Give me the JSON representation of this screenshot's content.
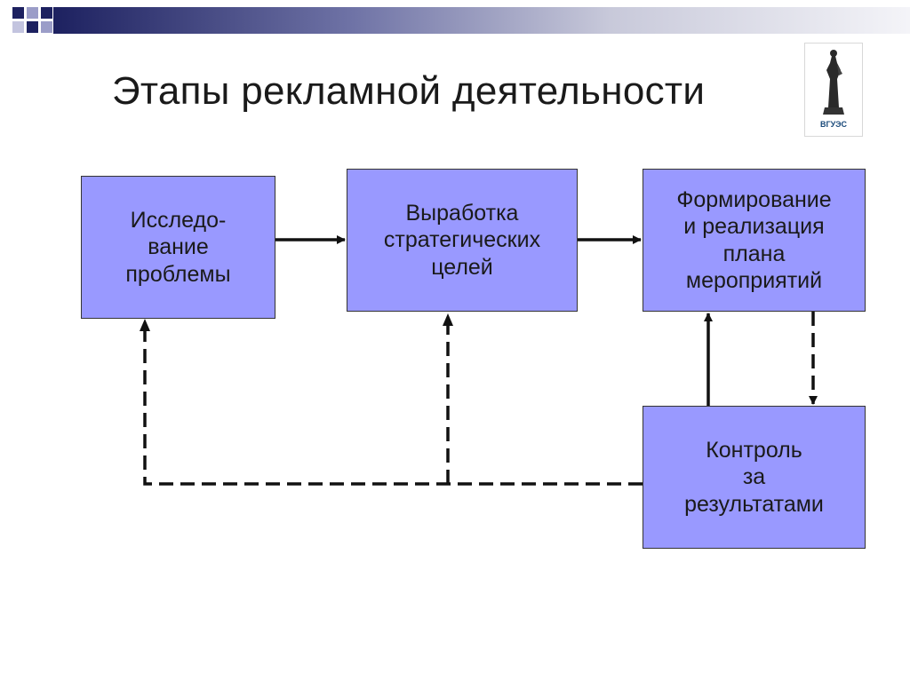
{
  "title": "Этапы рекламной деятельности",
  "logo": {
    "label": "ВГУЭС"
  },
  "boxes": {
    "research": "Исследо-\nвание\nпроблемы",
    "strategy": "Выработка\nстратегических\nцелей",
    "implementation": "Формирование\nи реализация\nплана\nмероприятий",
    "control": "Контроль\nза\nрезультатами"
  },
  "colors": {
    "box_fill": "#9999ff",
    "box_border": "#333333",
    "arrow": "#111111",
    "header_dark": "#1d2160"
  }
}
